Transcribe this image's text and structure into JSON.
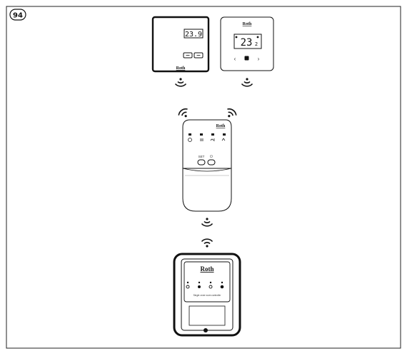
{
  "figure": {
    "number": "94"
  },
  "thermostat_basic": {
    "display_value": "23.9",
    "brand": "Roth"
  },
  "thermostat_touch": {
    "display_value": "23",
    "display_suffix": "2",
    "brand": "Roth",
    "left_arrow": "‹",
    "right_arrow": "›"
  },
  "receiver": {
    "brand": "Roth",
    "button_left_label": "SET",
    "button_right_label": "⏻"
  },
  "extension_module": {
    "brand": "Roth",
    "caption": "Single zone room controller"
  },
  "icons": {
    "wireless": "wifi-signal-icon"
  }
}
